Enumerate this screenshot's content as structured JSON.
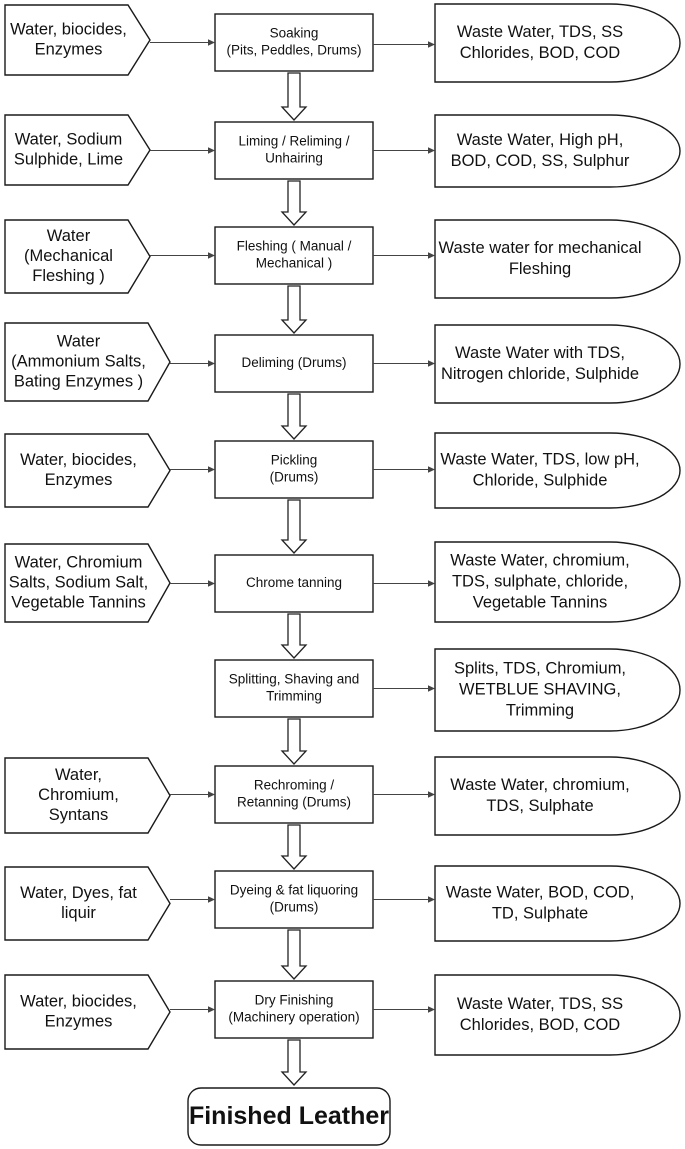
{
  "rows": [
    {
      "input": [
        "Water, biocides,",
        "Enzymes"
      ],
      "step": [
        "Soaking",
        "(Pits, Peddles, Drums)"
      ],
      "output": [
        "Waste Water, TDS, SS",
        "Chlorides, BOD, COD"
      ]
    },
    {
      "input": [
        "Water, Sodium",
        "Sulphide, Lime"
      ],
      "step": [
        "Liming / Reliming /",
        "Unhairing"
      ],
      "output": [
        "Waste Water, High pH,",
        "BOD, COD, SS, Sulphur"
      ]
    },
    {
      "input": [
        "Water",
        "(Mechanical",
        "Fleshing )"
      ],
      "step": [
        "Fleshing ( Manual /",
        "Mechanical )"
      ],
      "output": [
        "Waste water for mechanical",
        "Fleshing"
      ]
    },
    {
      "input": [
        "Water",
        "(Ammonium Salts,",
        "Bating Enzymes )"
      ],
      "step": [
        "Deliming (Drums)"
      ],
      "output": [
        "Waste Water with TDS,",
        "Nitrogen chloride, Sulphide"
      ]
    },
    {
      "input": [
        "Water, biocides,",
        "Enzymes"
      ],
      "step": [
        "Pickling",
        "(Drums)"
      ],
      "output": [
        "Waste Water, TDS, low pH,",
        "Chloride, Sulphide"
      ]
    },
    {
      "input": [
        "Water, Chromium",
        "Salts, Sodium Salt,",
        "Vegetable Tannins"
      ],
      "step": [
        "Chrome tanning"
      ],
      "output": [
        "Waste Water, chromium,",
        "TDS, sulphate, chloride,",
        "Vegetable Tannins"
      ]
    },
    {
      "input": [],
      "step": [
        "Splitting, Shaving and",
        "Trimming"
      ],
      "output": [
        "Splits, TDS, Chromium,",
        "WETBLUE SHAVING,",
        "Trimming"
      ]
    },
    {
      "input": [
        "Water,",
        "Chromium,",
        "Syntans"
      ],
      "step": [
        "Rechroming /",
        "Retanning (Drums)"
      ],
      "output": [
        "Waste Water, chromium,",
        "TDS, Sulphate"
      ]
    },
    {
      "input": [
        "Water, Dyes, fat",
        "liquir"
      ],
      "step": [
        "Dyeing & fat liquoring",
        "(Drums)"
      ],
      "output": [
        "Waste Water, BOD, COD,",
        "TD, Sulphate"
      ]
    },
    {
      "input": [
        "Water, biocides,",
        "Enzymes"
      ],
      "step": [
        "Dry Finishing",
        "(Machinery operation)"
      ],
      "output": [
        "Waste Water, TDS, SS",
        "Chlorides, BOD, COD"
      ]
    }
  ],
  "final": "Finished Leather"
}
